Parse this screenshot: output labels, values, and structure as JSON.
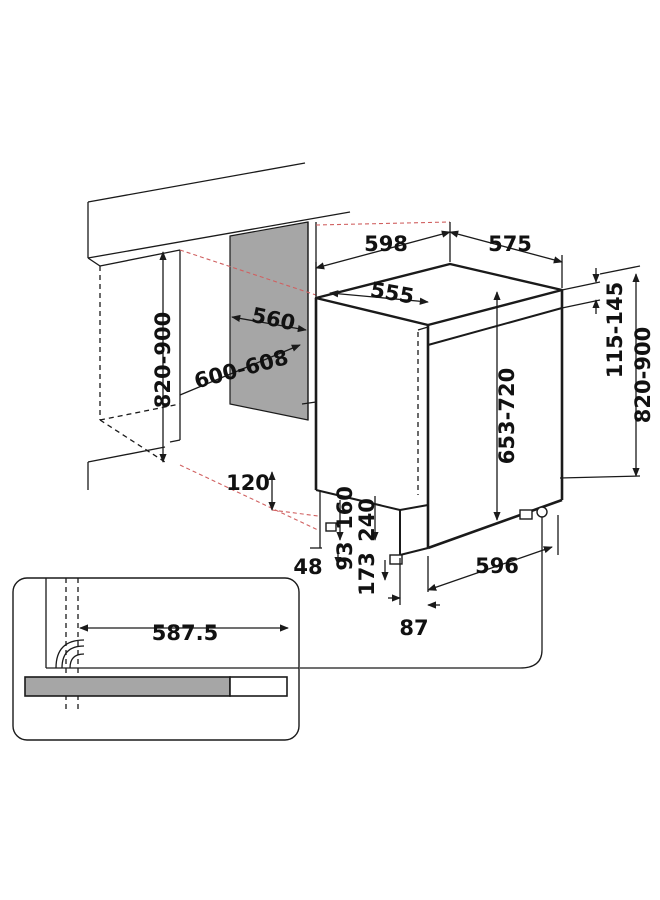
{
  "colors": {
    "line": "#1a1a1a",
    "cutout_fill": "#a6a6a6",
    "reference_dash": "#d06060",
    "background": "#ffffff"
  },
  "dimensions": {
    "niche_height": "820-900",
    "niche_depth": "600-608",
    "niche_width": "560",
    "appliance_width": "598",
    "appliance_depth": "575",
    "appliance_top_depth": "555",
    "panel_height": "115-145",
    "appliance_height": "820-900",
    "door_height": "653-720",
    "plinth_gap": "120",
    "foot_height_160": "160",
    "foot_height_240": "240",
    "foot_offset_93": "93",
    "foot_offset_173": "173",
    "plinth_depth": "48",
    "base_width": "596",
    "door_offset": "87",
    "detail_width": "587.5"
  }
}
